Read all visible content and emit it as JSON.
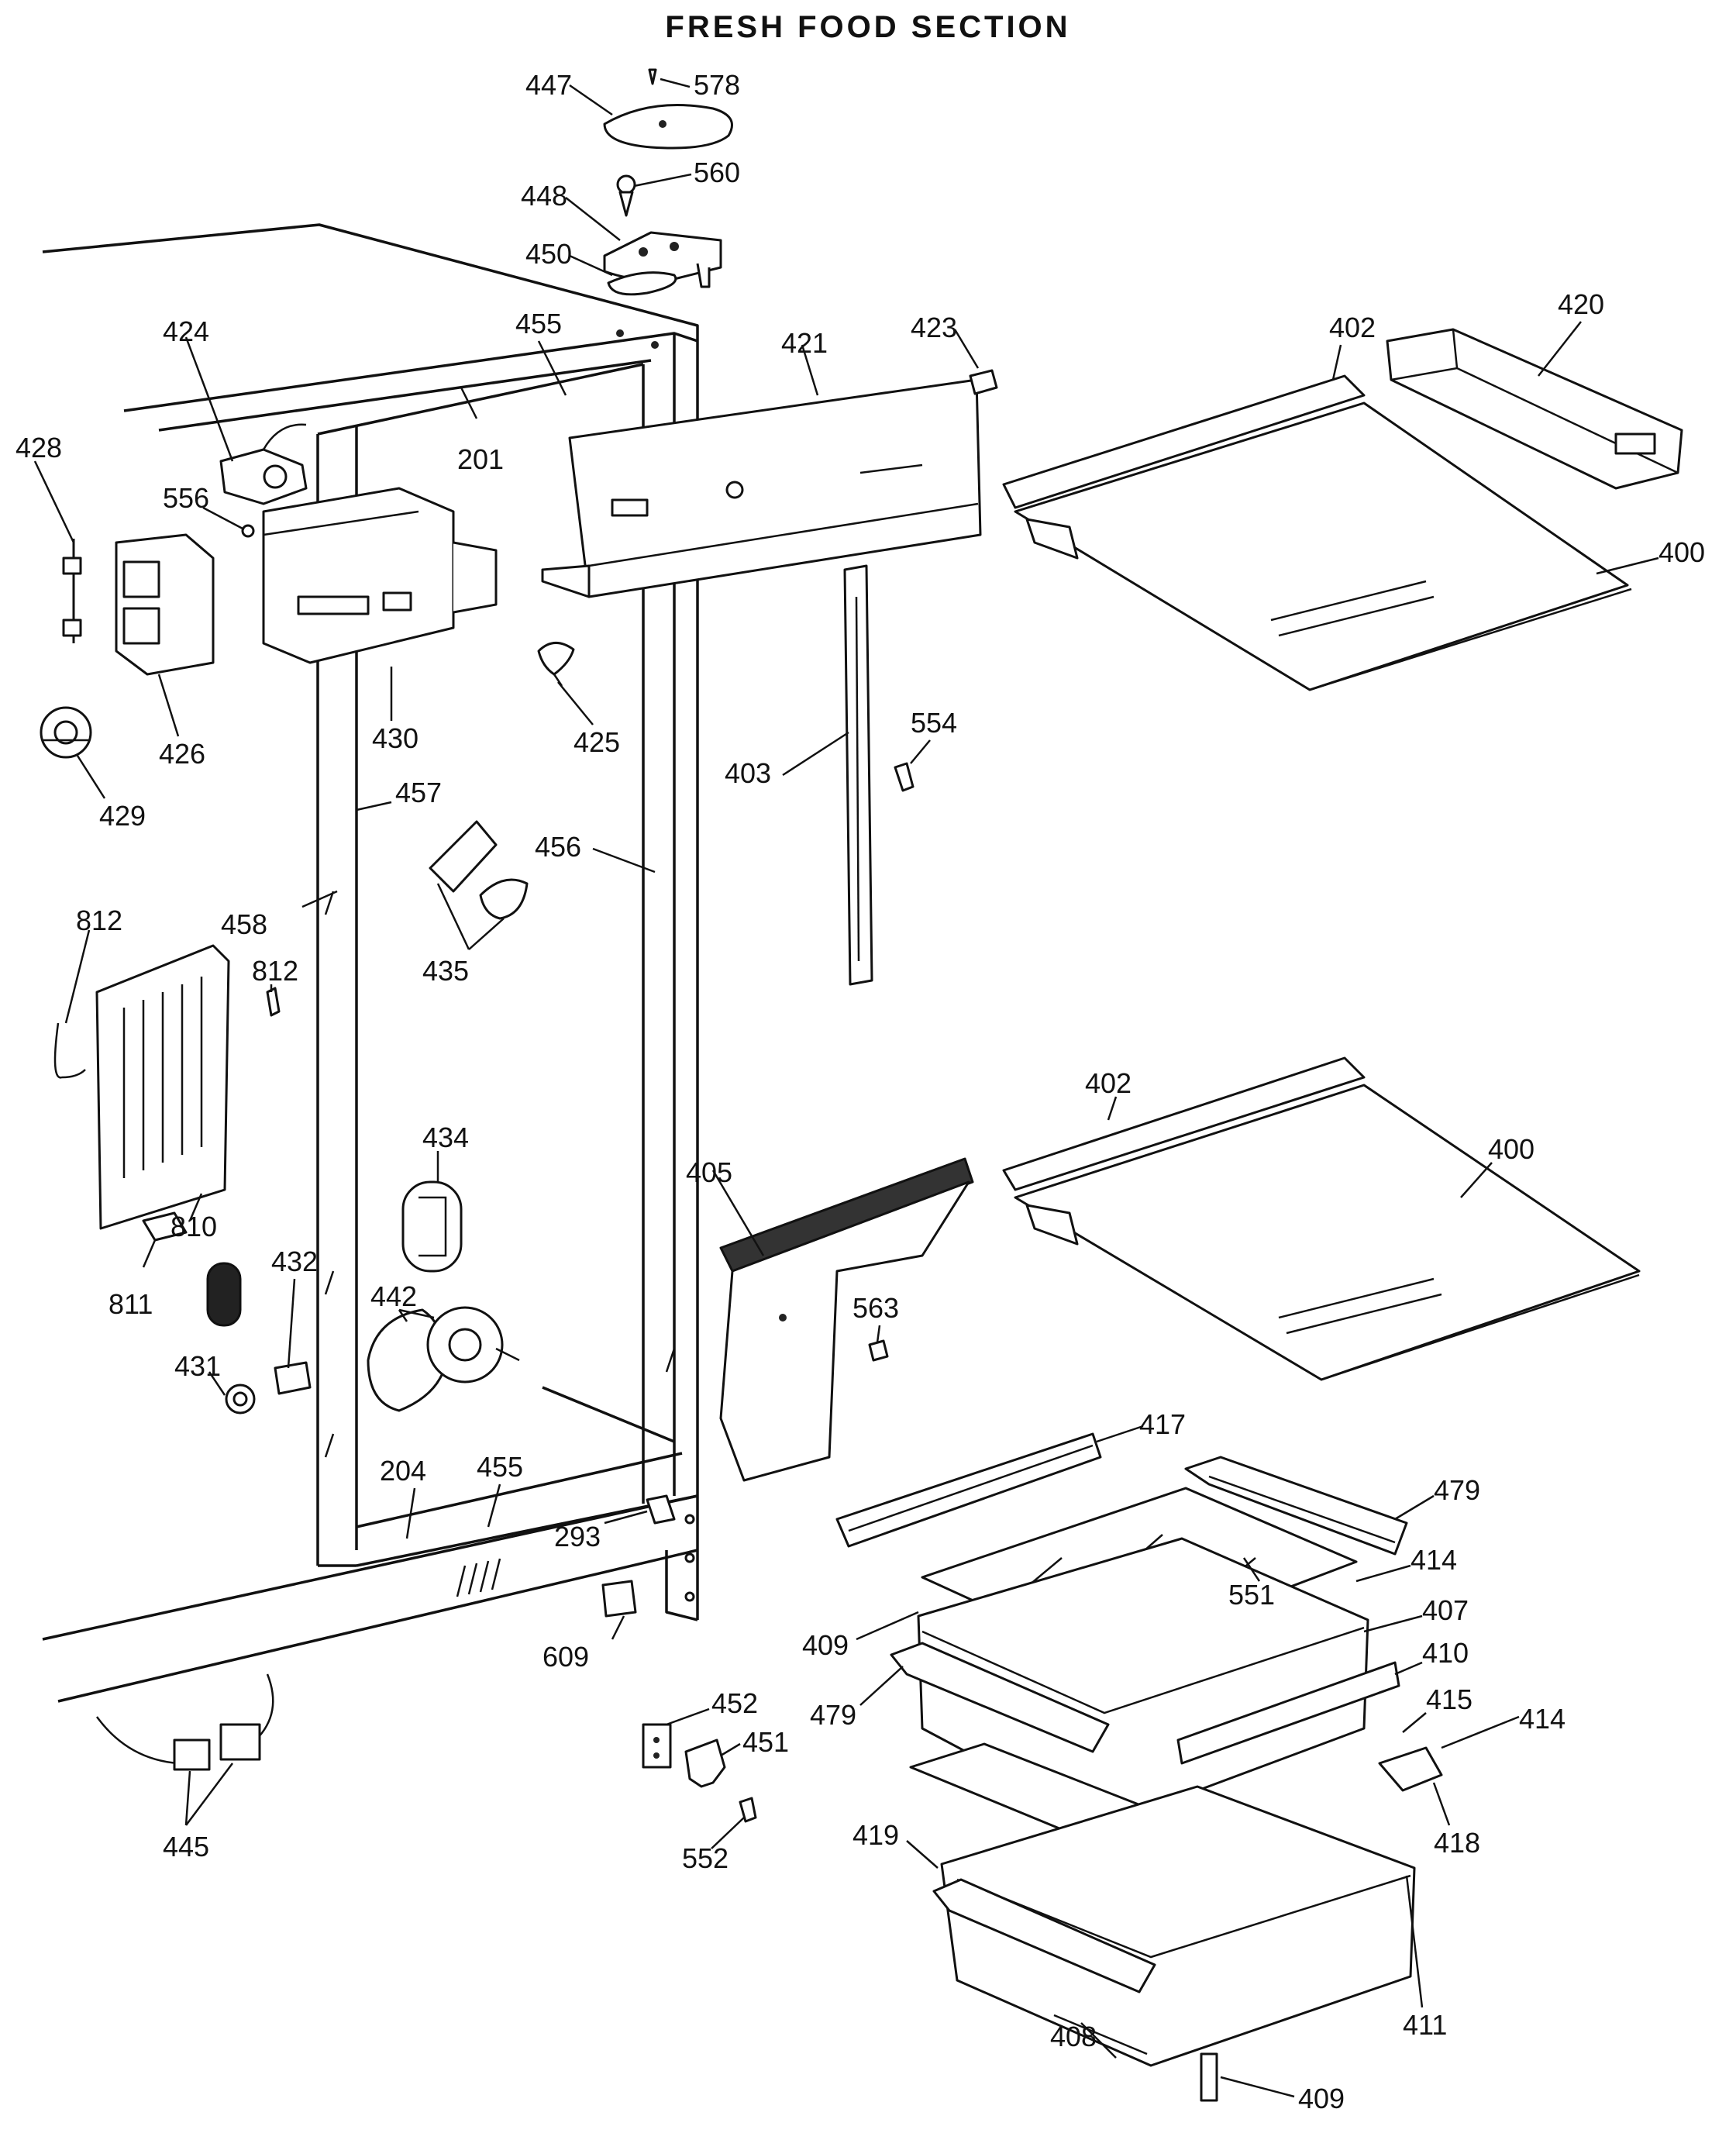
{
  "title": "FRESH FOOD SECTION",
  "part_numbers": {
    "p578": "578",
    "p447": "447",
    "p560": "560",
    "p448": "448",
    "p450": "450",
    "p423": "423",
    "p421": "421",
    "p455a": "455",
    "p420": "420",
    "p402a": "402",
    "p424": "424",
    "p428": "428",
    "p201": "201",
    "p556": "556",
    "p400a": "400",
    "p426": "426",
    "p430": "430",
    "p425": "425",
    "p429": "429",
    "p554": "554",
    "p403": "403",
    "p457": "457",
    "p456": "456",
    "p812a": "812",
    "p458": "458",
    "p812b": "812",
    "p435": "435",
    "p402b": "402",
    "p434": "434",
    "p400b": "400",
    "p405": "405",
    "p810": "810",
    "p432": "432",
    "p442": "442",
    "p811": "811",
    "p563": "563",
    "p431": "431",
    "p417": "417",
    "p455b": "455",
    "p204": "204",
    "p479a": "479",
    "p293": "293",
    "p414a": "414",
    "p551": "551",
    "p407": "407",
    "p609": "609",
    "p409a": "409",
    "p410": "410",
    "p452": "452",
    "p479b": "479",
    "p415": "415",
    "p451": "451",
    "p414b": "414",
    "p418": "418",
    "p552": "552",
    "p445": "445",
    "p419": "419",
    "p411": "411",
    "p408": "408",
    "p409b": "409"
  }
}
